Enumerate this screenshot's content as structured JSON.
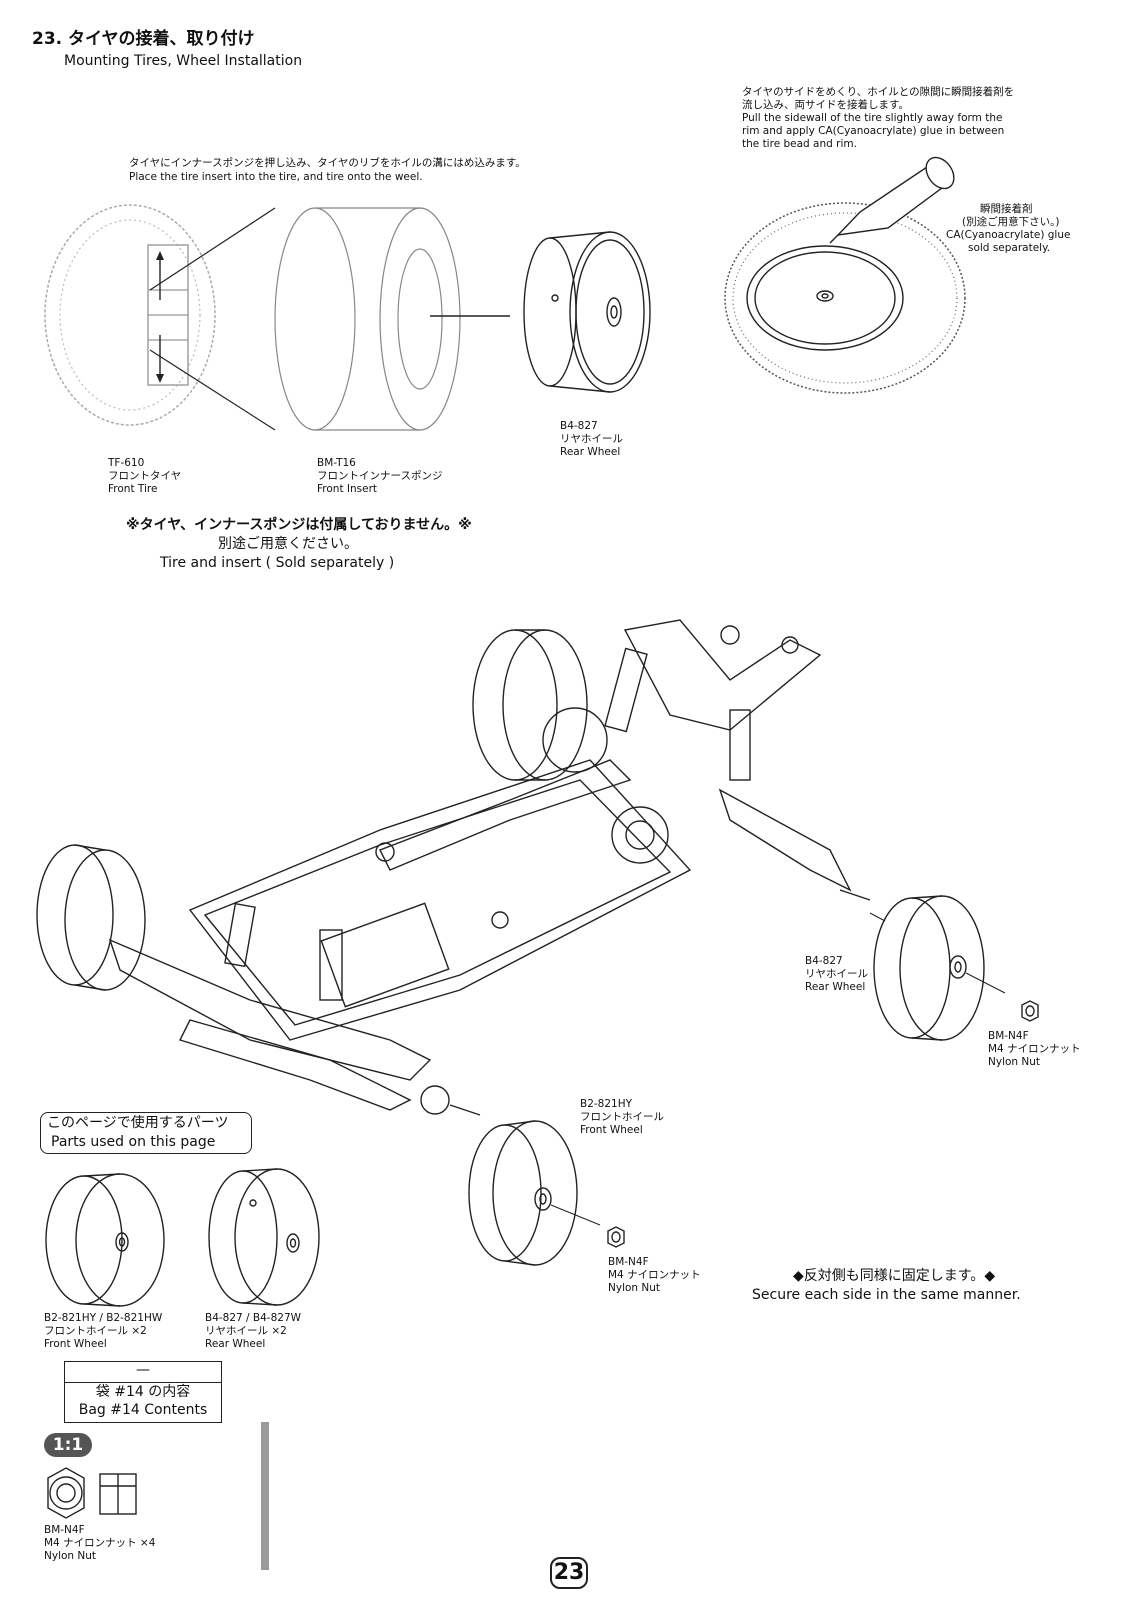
{
  "header": {
    "title": "23. タイヤの接着、取り付け",
    "subtitle": "Mounting Tires, Wheel Installation"
  },
  "instructions": {
    "insert_jp": "タイヤにインナースポンジを押し込み、タイヤのリブをホイルの溝にはめ込みます。",
    "insert_en": "Place the tire insert into the tire, and tire onto the weel.",
    "glue_jp_1": "タイヤのサイドをめくり、ホイルとの隙間に瞬間接着剤を",
    "glue_jp_2": "流し込み、両サイドを接着します。",
    "glue_en_1": "Pull the sidewall of the tire slightly away form the",
    "glue_en_2": "rim and apply CA(Cyanoacrylate) glue in between",
    "glue_en_3": "the tire bead and rim."
  },
  "glue_label": {
    "l1": "瞬間接着剤",
    "l2": "(別途ご用意下さい。)",
    "l3": "CA(Cyanoacrylate) glue",
    "l4": "sold separately."
  },
  "top_parts": {
    "tire": {
      "code": "TF-610",
      "jp": "フロントタイヤ",
      "en": "Front Tire"
    },
    "insert": {
      "code": "BM-T16",
      "jp": "フロントインナースポンジ",
      "en": "Front Insert"
    },
    "wheel": {
      "code": "B4-827",
      "jp": "リヤホイール",
      "en": "Rear Wheel"
    }
  },
  "sold_separately": {
    "jp_1": "※タイヤ、インナースポンジは付属しておりません。※",
    "jp_2": "別途ご用意ください。",
    "en": "Tire and insert ( Sold separately )"
  },
  "assembly_labels": {
    "rear_wheel": {
      "code": "B4-827",
      "jp": "リヤホイール",
      "en": "Rear Wheel"
    },
    "rear_nut": {
      "code": "BM-N4F",
      "jp": "M4 ナイロンナット",
      "en": "Nylon Nut"
    },
    "front_wheel": {
      "code": "B2-821HY",
      "jp": "フロントホイール",
      "en": "Front Wheel"
    },
    "front_nut": {
      "code": "BM-N4F",
      "jp": "M4 ナイロンナット",
      "en": "Nylon Nut"
    }
  },
  "same_manner": {
    "jp": "◆反対側も同様に固定します。◆",
    "en": "Secure each side in the same manner."
  },
  "parts_box": {
    "jp": "このページで使用するパーツ",
    "en": "Parts used on this page"
  },
  "parts_list": {
    "front_wheel": {
      "code": "B2-821HY / B2-821HW",
      "jp": "フロントホイール ×2",
      "en": "Front Wheel"
    },
    "rear_wheel": {
      "code": "B4-827 / B4-827W",
      "jp": "リヤホイール ×2",
      "en": "Rear Wheel"
    }
  },
  "bag": {
    "dash": "—",
    "jp": "袋 #14 の内容",
    "en": "Bag #14 Contents"
  },
  "scale_badge": "1:1",
  "nut_part": {
    "code": "BM-N4F",
    "jp": "M4 ナイロンナット ×4",
    "en": "Nylon Nut"
  },
  "page_number": "23"
}
